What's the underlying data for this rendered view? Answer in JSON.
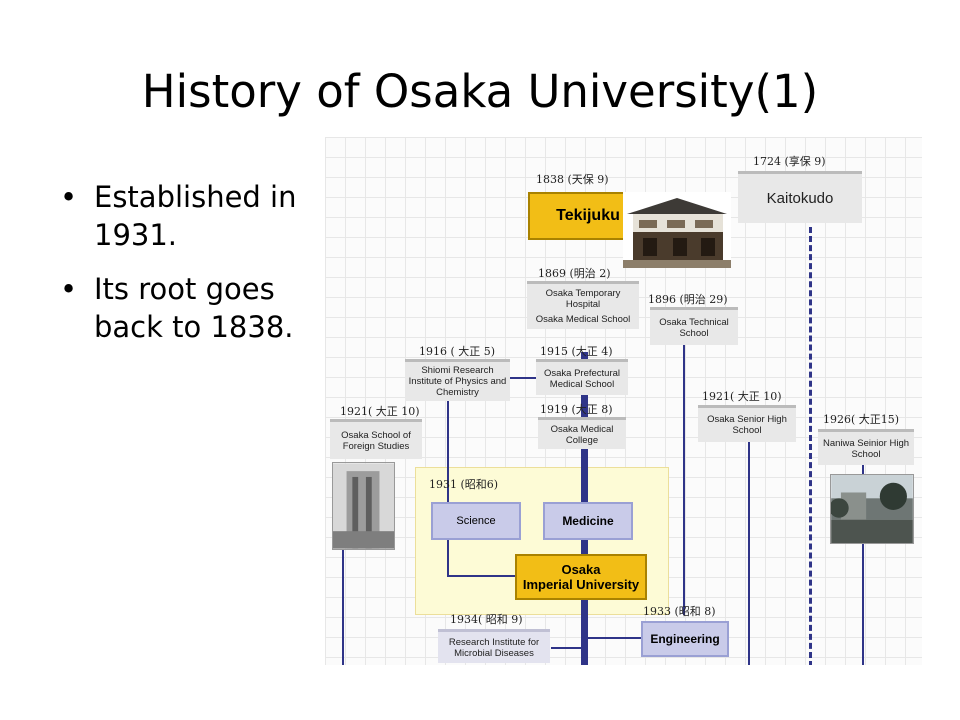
{
  "slide": {
    "title": "History of Osaka University(1)",
    "bullets": [
      "Established in 1931.",
      "Its root goes back to 1838."
    ]
  },
  "diagram": {
    "nodes": {
      "kaitokudo": {
        "year": "1724 (享保 9)",
        "label": "Kaitokudo"
      },
      "tekijuku": {
        "year": "1838 (天保 9)",
        "label": "Tekijuku"
      },
      "temp_hospital": {
        "year": "1869 (明治 2)",
        "label_1": "Osaka Temporary Hospital",
        "label_2": "Osaka Medical School"
      },
      "technical": {
        "year": "1896 (明治 29)",
        "label": "Osaka Technical School"
      },
      "shiomi": {
        "year": "1916 ( 大正 5)",
        "label": "Shiomi Research Institute of Physics and Chemistry"
      },
      "prefectural": {
        "year": "1915 (大正 4)",
        "label": "Osaka Prefectural Medical School"
      },
      "foreign": {
        "year": "1921( 大正 10)",
        "label": "Osaka School of Foreign Studies"
      },
      "medical_college": {
        "year": "1919 (大正 8)",
        "label": "Osaka Medical College"
      },
      "senior": {
        "year": "1921( 大正 10)",
        "label": "Osaka Senior High School"
      },
      "naniwa": {
        "year": "1926( 大正15)",
        "label": "Naniwa Seinior High School"
      },
      "imperial_block": {
        "year": "1931 (昭和6)"
      },
      "science": {
        "label": "Science"
      },
      "medicine": {
        "label": "Medicine"
      },
      "imperial": {
        "label_1": "Osaka",
        "label_2": "Imperial University"
      },
      "microbial": {
        "year": "1934( 昭和 9)",
        "label": "Research Institute for Microbial Diseases"
      },
      "engineering": {
        "year": "1933 (昭和 8)",
        "label": "Engineering"
      }
    }
  }
}
